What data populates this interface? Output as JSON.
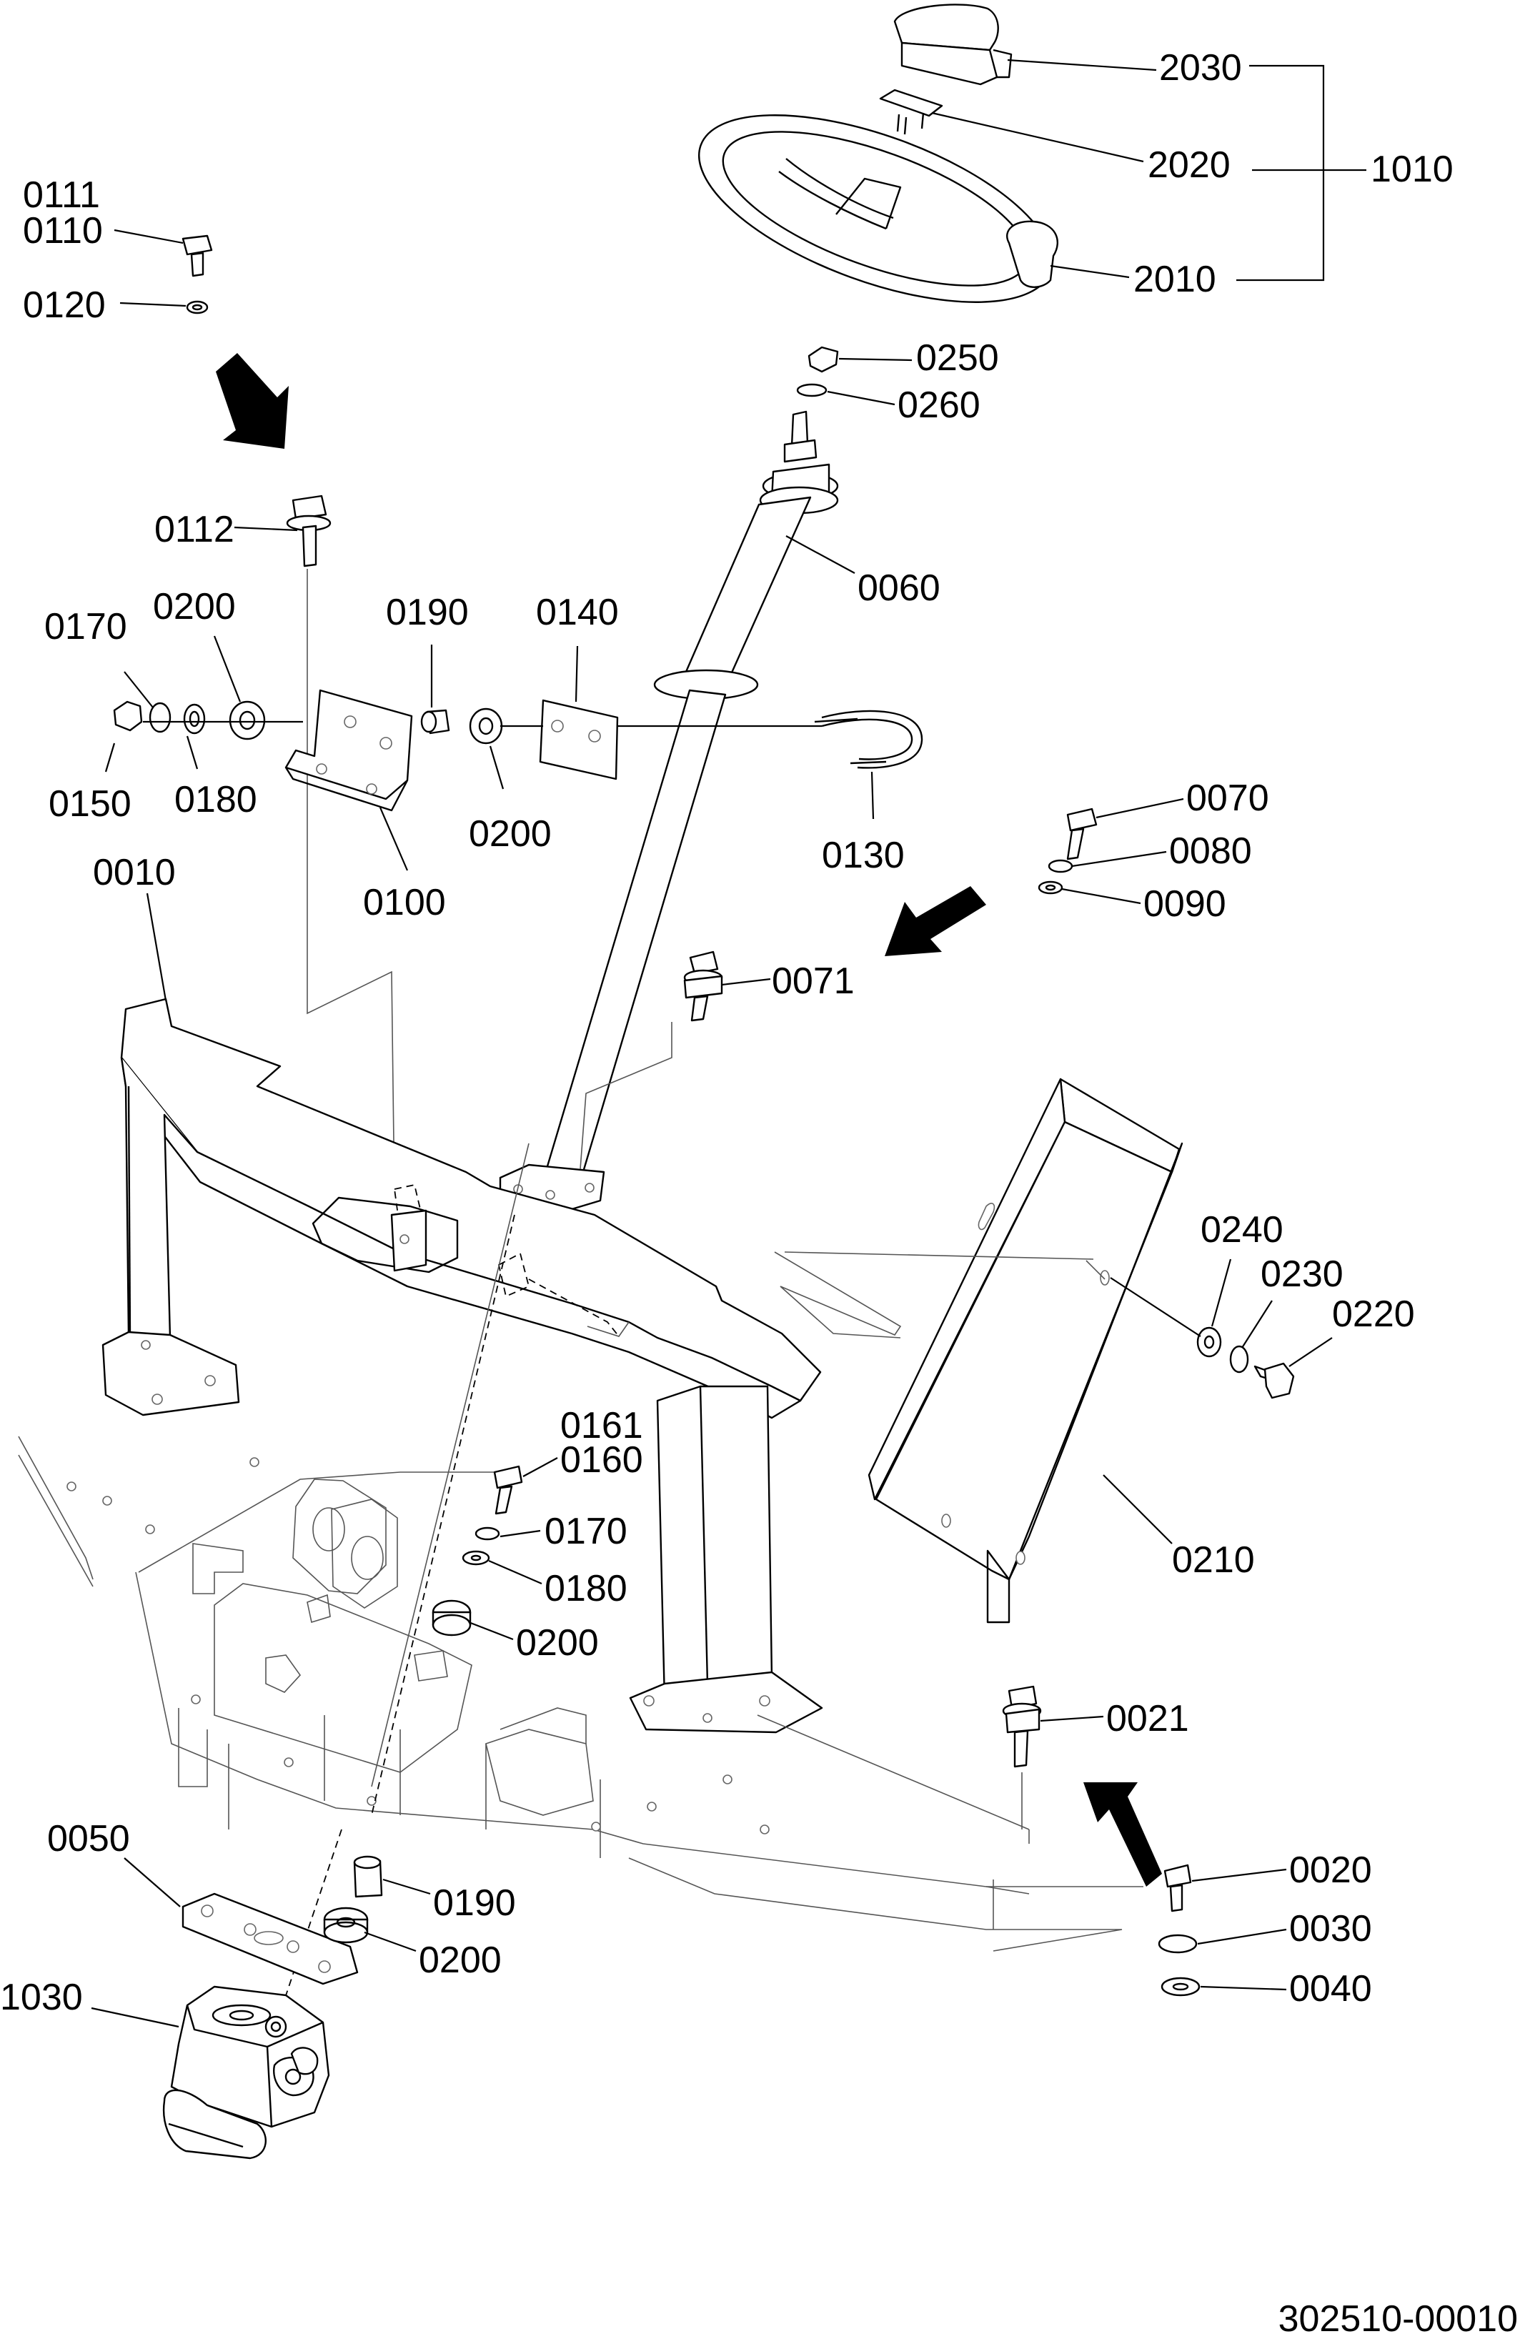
{
  "diagram": {
    "drawing_number": "302510-00010",
    "callouts": {
      "p2030": "2030",
      "p2020": "2020",
      "p1010": "1010",
      "p2010": "2010",
      "p0111": "0111",
      "p0110": "0110",
      "p0120": "0120",
      "p0250": "0250",
      "p0260": "0260",
      "p0112": "0112",
      "p0060": "0060",
      "p0170_top": "0170",
      "p0200_top_left": "0200",
      "p0190_top": "0190",
      "p0140": "0140",
      "p0150": "0150",
      "p0180_top": "0180",
      "p0200_top_mid": "0200",
      "p0130": "0130",
      "p0100": "0100",
      "p0010": "0010",
      "p0070": "0070",
      "p0080": "0080",
      "p0090": "0090",
      "p0071": "0071",
      "p0240": "0240",
      "p0230": "0230",
      "p0220": "0220",
      "p0161": "0161",
      "p0160": "0160",
      "p0170_mid": "0170",
      "p0180_mid": "0180",
      "p0200_mid": "0200",
      "p0210": "0210",
      "p0021": "0021",
      "p0050": "0050",
      "p0190_bottom": "0190",
      "p0200_bottom": "0200",
      "p0020": "0020",
      "p0030": "0030",
      "p0040": "0040",
      "p1030": "1030"
    }
  }
}
